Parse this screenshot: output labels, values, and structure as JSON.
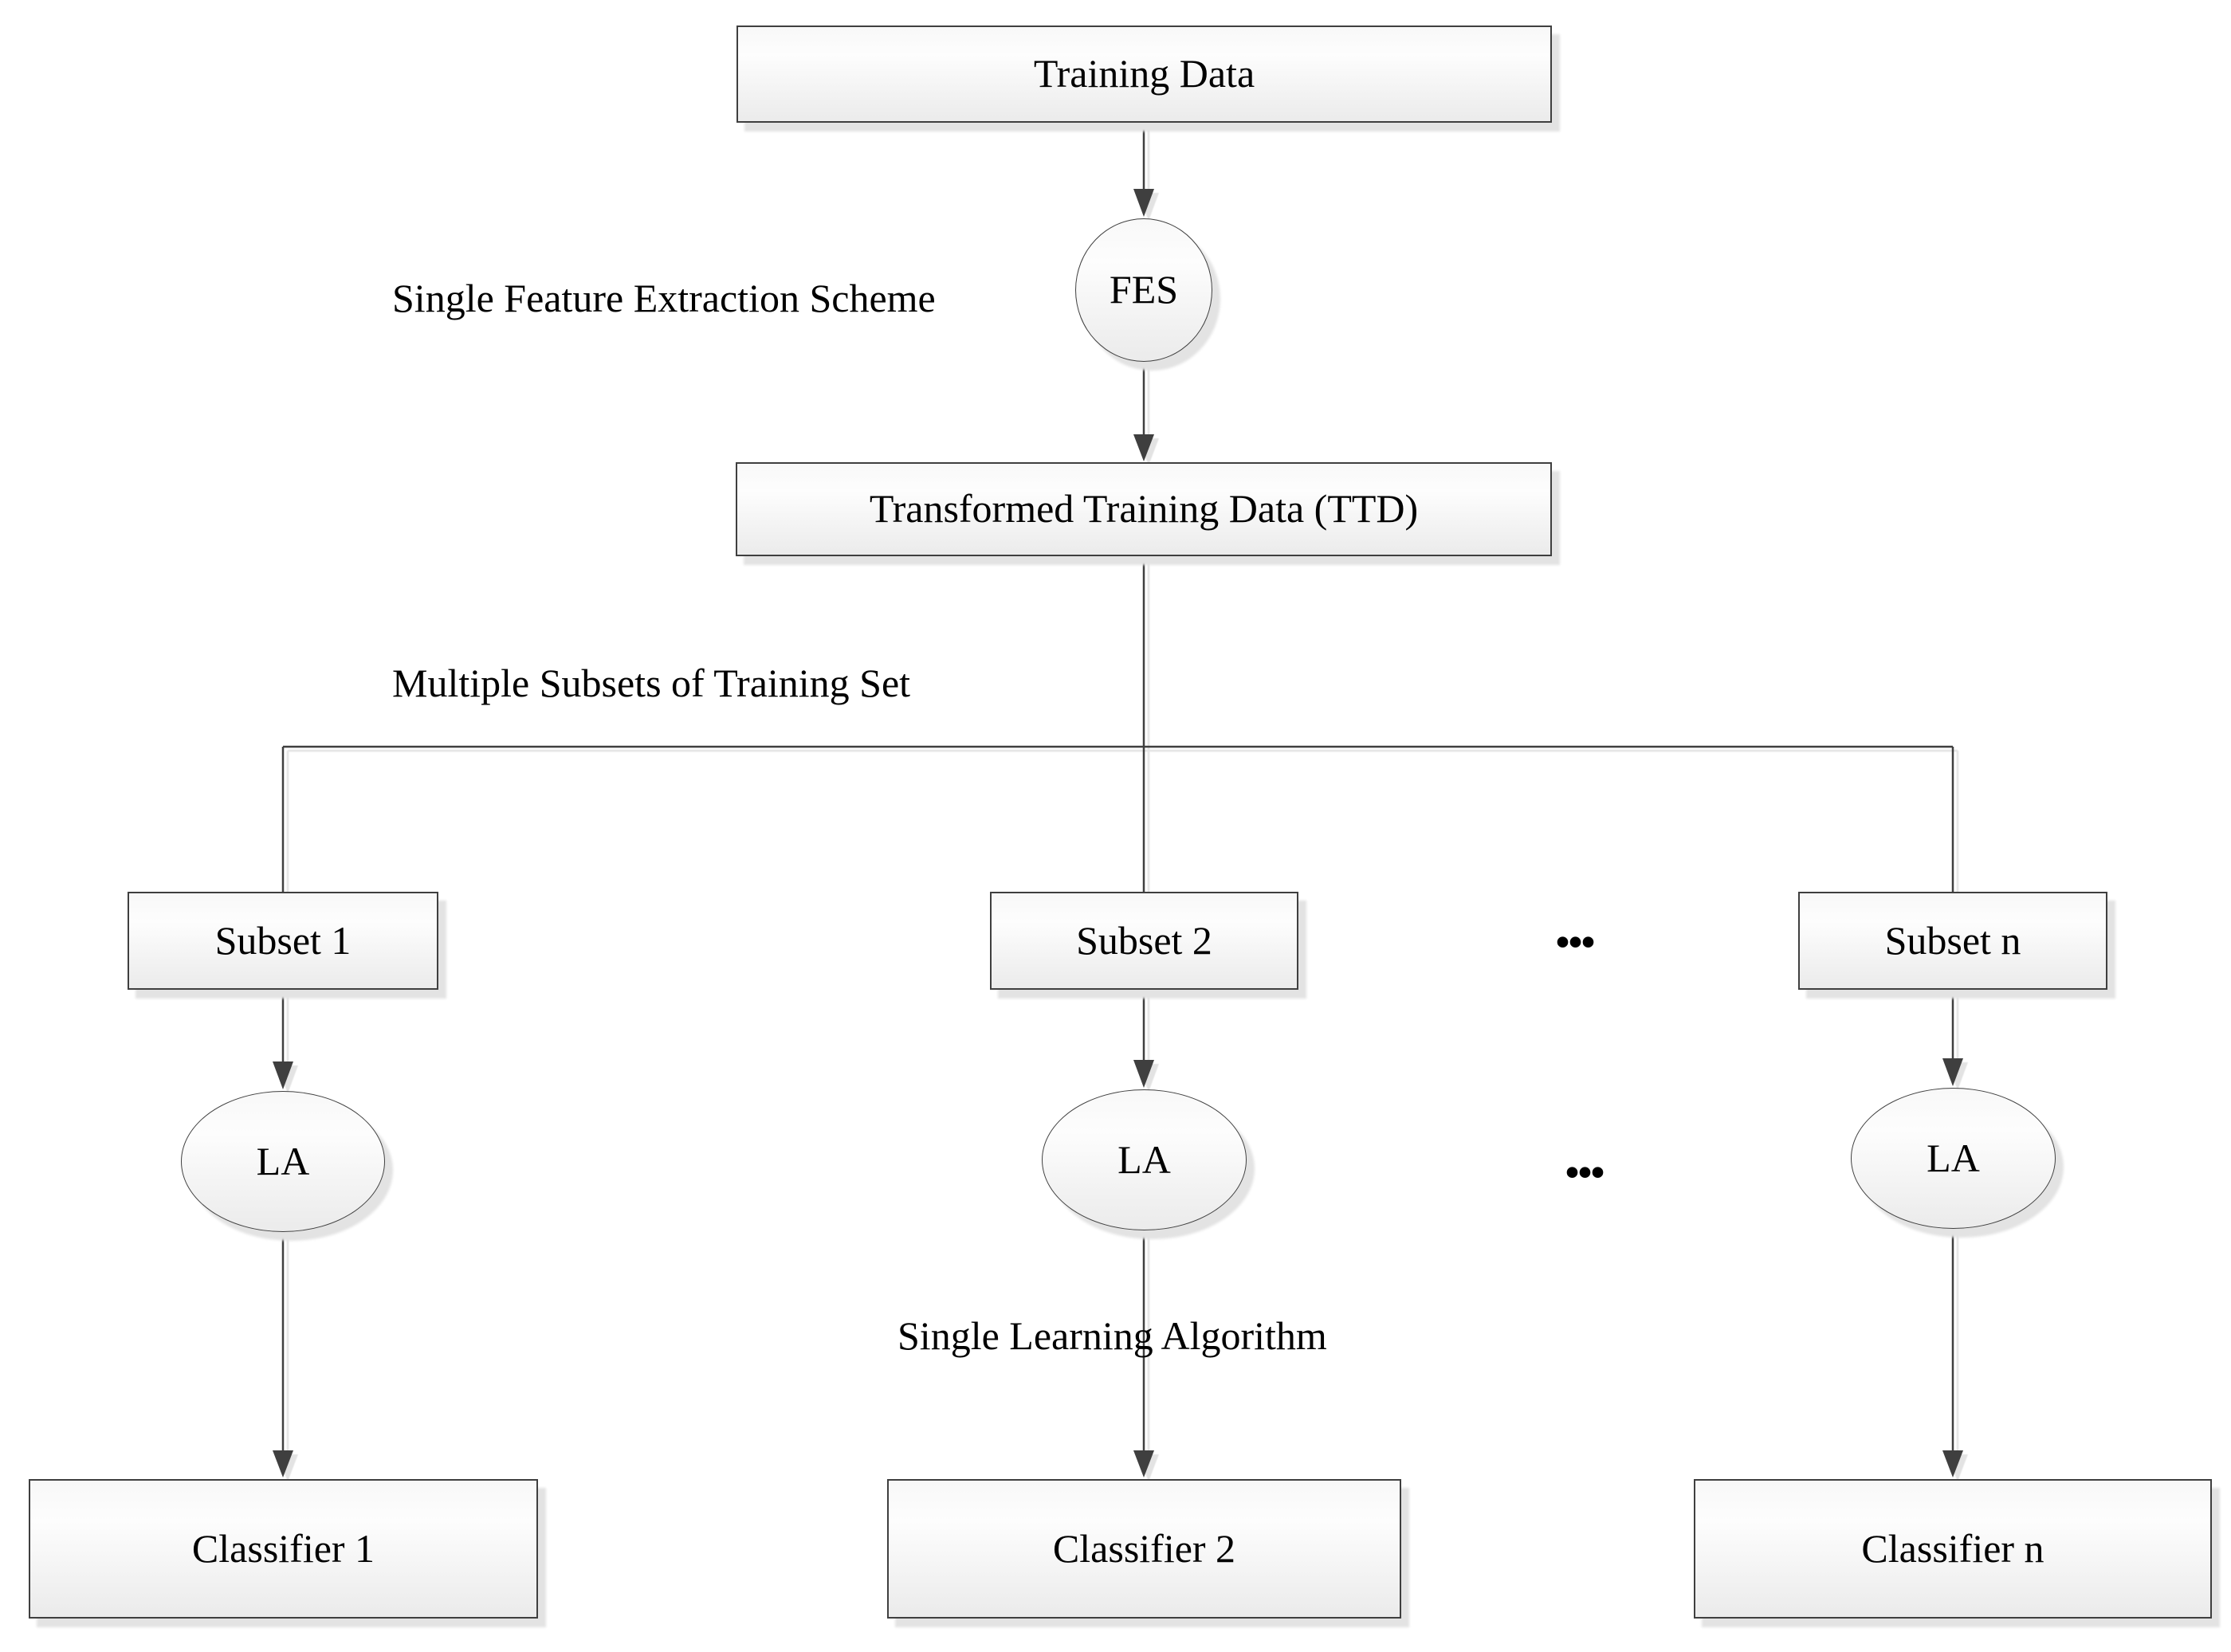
{
  "nodes": {
    "training_data": {
      "label": "Training Data",
      "shape": "rect"
    },
    "fes": {
      "label": "FES",
      "shape": "ellipse"
    },
    "ttd": {
      "label": "Transformed Training Data (TTD)",
      "shape": "rect"
    },
    "subset_1": {
      "label": "Subset 1",
      "shape": "rect"
    },
    "subset_2": {
      "label": "Subset 2",
      "shape": "rect"
    },
    "subset_n": {
      "label": "Subset n",
      "shape": "rect"
    },
    "la_1": {
      "label": "LA",
      "shape": "ellipse"
    },
    "la_2": {
      "label": "LA",
      "shape": "ellipse"
    },
    "la_n": {
      "label": "LA",
      "shape": "ellipse"
    },
    "classifier_1": {
      "label": "Classifier 1",
      "shape": "rect"
    },
    "classifier_2": {
      "label": "Classifier 2",
      "shape": "rect"
    },
    "classifier_n": {
      "label": "Classifier n",
      "shape": "rect"
    }
  },
  "annotations": {
    "single_feature_extraction": "Single Feature Extraction Scheme",
    "multiple_subsets": "Multiple Subsets of Training Set",
    "single_learning_algorithm": "Single Learning Algorithm",
    "ellipsis_subset_row": "...",
    "ellipsis_la_row": "..."
  },
  "colors": {
    "background": "#ffffff",
    "text": "#000000",
    "node_border": "#3f3f3f",
    "node_fill_top": "#f8f8f8",
    "node_fill_bottom": "#ebebeb",
    "connector": "#3f3f3f",
    "arrowhead": "#3f3f3f",
    "shadow": "#e3e3e3"
  }
}
